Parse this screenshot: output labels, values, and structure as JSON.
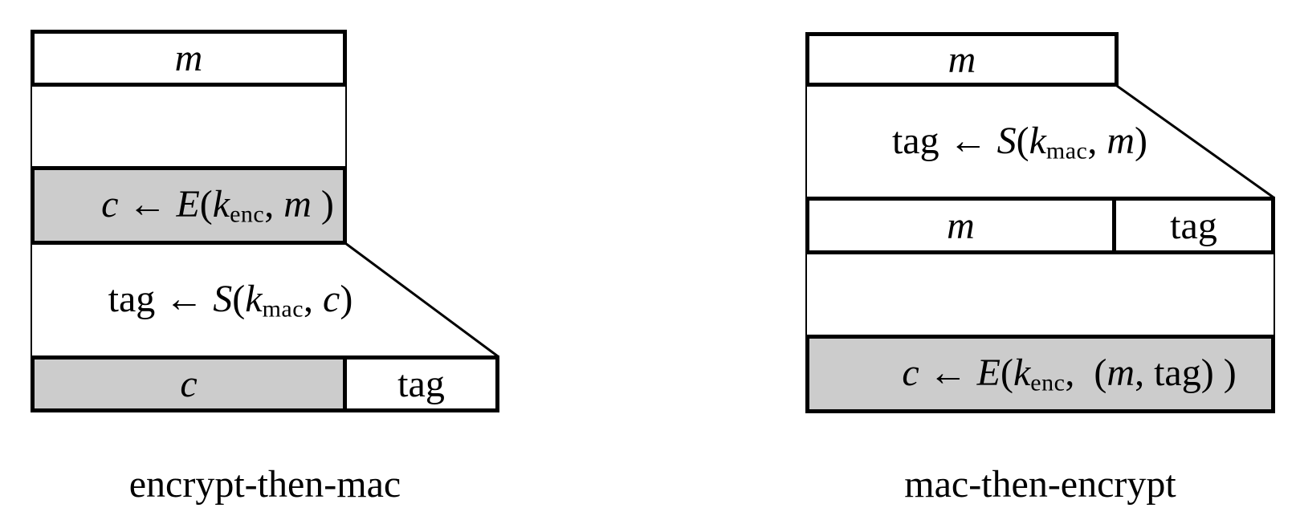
{
  "colors": {
    "gray_fill": "#cccccc",
    "line": "#000000",
    "background": "#ffffff"
  },
  "left_diagram": {
    "caption": "encrypt-then-mac",
    "message_box": "m",
    "encrypt_formula": {
      "output": "c",
      "arrow": "←",
      "function": "E",
      "open": "(",
      "key": "k",
      "key_subscript": "enc",
      "separator": ", ",
      "argument": "m",
      "close": " )"
    },
    "mac_formula": {
      "output": "tag",
      "arrow": "←",
      "function": "S",
      "open": "(",
      "key": "k",
      "key_subscript": "mac",
      "separator": ", ",
      "argument": "c",
      "close": ")"
    },
    "output_row": {
      "ciphertext": "c",
      "tag": "tag"
    }
  },
  "right_diagram": {
    "caption": "mac-then-encrypt",
    "message_box": "m",
    "mac_formula": {
      "output": "tag",
      "arrow": "←",
      "function": "S",
      "open": "(",
      "key": "k",
      "key_subscript": "mac",
      "separator": ", ",
      "argument": "m",
      "close": ")"
    },
    "pair_row": {
      "message": "m",
      "tag": "tag"
    },
    "encrypt_formula": {
      "output": "c",
      "arrow": "←",
      "function": "E",
      "open": "(",
      "key": "k",
      "key_subscript": "enc",
      "separator": ",  (",
      "argument": "m",
      "separator2": ", ",
      "argument2": "tag",
      "close": ") )"
    }
  }
}
